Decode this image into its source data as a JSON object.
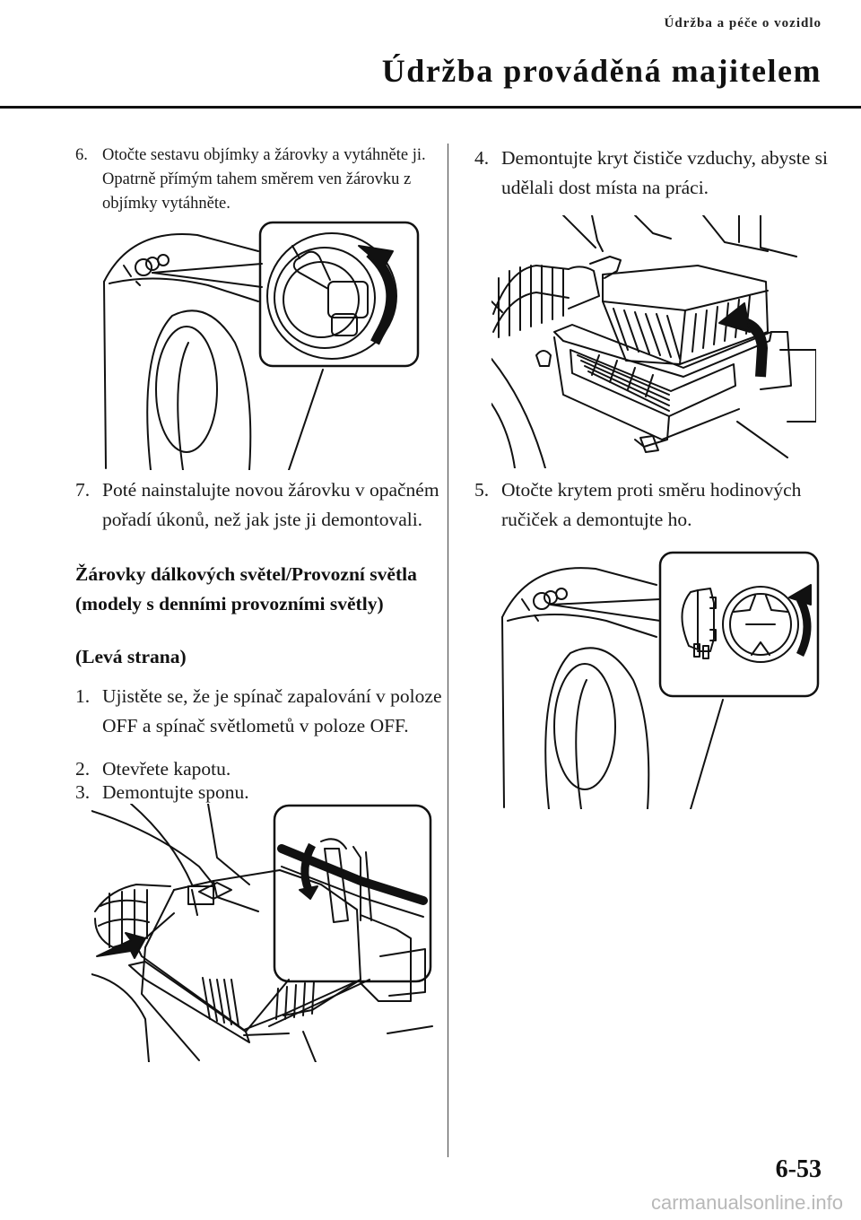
{
  "header": {
    "section": "Údržba a péče o vozidlo",
    "title": "Údržba prováděná majitelem"
  },
  "left_column": {
    "step6": {
      "num": "6.",
      "text": "Otočte sestavu objímky a žárovky a vytáhněte ji. Opatrně přímým tahem směrem ven žárovku z objímky vytáhněte."
    },
    "step7": {
      "num": "7.",
      "text": "Poté nainstalujte novou žárovku v opačném pořadí úkonů, než jak jste ji demontovali."
    },
    "heading": "Žárovky dálkových světel/Provozní světla (modely s denními provozními světly)",
    "subheading": "(Levá strana)",
    "step1": {
      "num": "1.",
      "text": "Ujistěte se, že je spínač zapalování v poloze OFF a spínač světlometů v poloze OFF."
    },
    "step2": {
      "num": "2.",
      "text": "Otevřete kapotu."
    },
    "step3": {
      "num": "3.",
      "text": "Demontujte sponu."
    }
  },
  "right_column": {
    "step4": {
      "num": "4.",
      "text": "Demontujte kryt čističe vzduchy, abyste si udělali dost místa na práci."
    },
    "step5": {
      "num": "5.",
      "text": "Otočte krytem proti směru hodinových ručiček a demontujte ho."
    }
  },
  "illustrations": [
    {
      "name": "bulb-socket-removal-illustration",
      "icon": "headlamp-bulb-rotate"
    },
    {
      "name": "air-cleaner-cover-removal-illustration",
      "icon": "air-cleaner-lift"
    },
    {
      "name": "clip-removal-illustration",
      "icon": "clip-rotate"
    },
    {
      "name": "cover-rotation-illustration",
      "icon": "cover-rotate-ccw"
    }
  ],
  "footer": {
    "page_number": "6-53",
    "watermark": "carmanualsonline.info"
  }
}
